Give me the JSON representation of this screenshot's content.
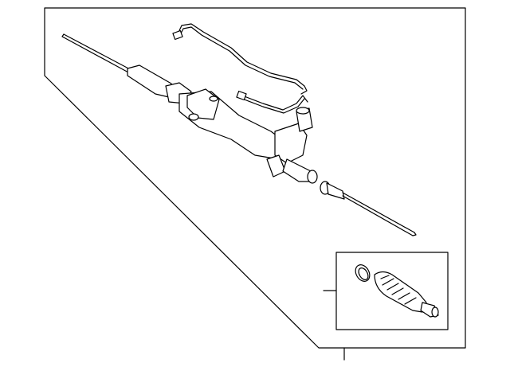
{
  "colors": {
    "line": "#000000",
    "background": "#ffffff"
  },
  "parts": [
    {
      "id": "steering-gear-assembly"
    },
    {
      "id": "pressure-lines"
    },
    {
      "id": "boot-kit-inset"
    }
  ]
}
